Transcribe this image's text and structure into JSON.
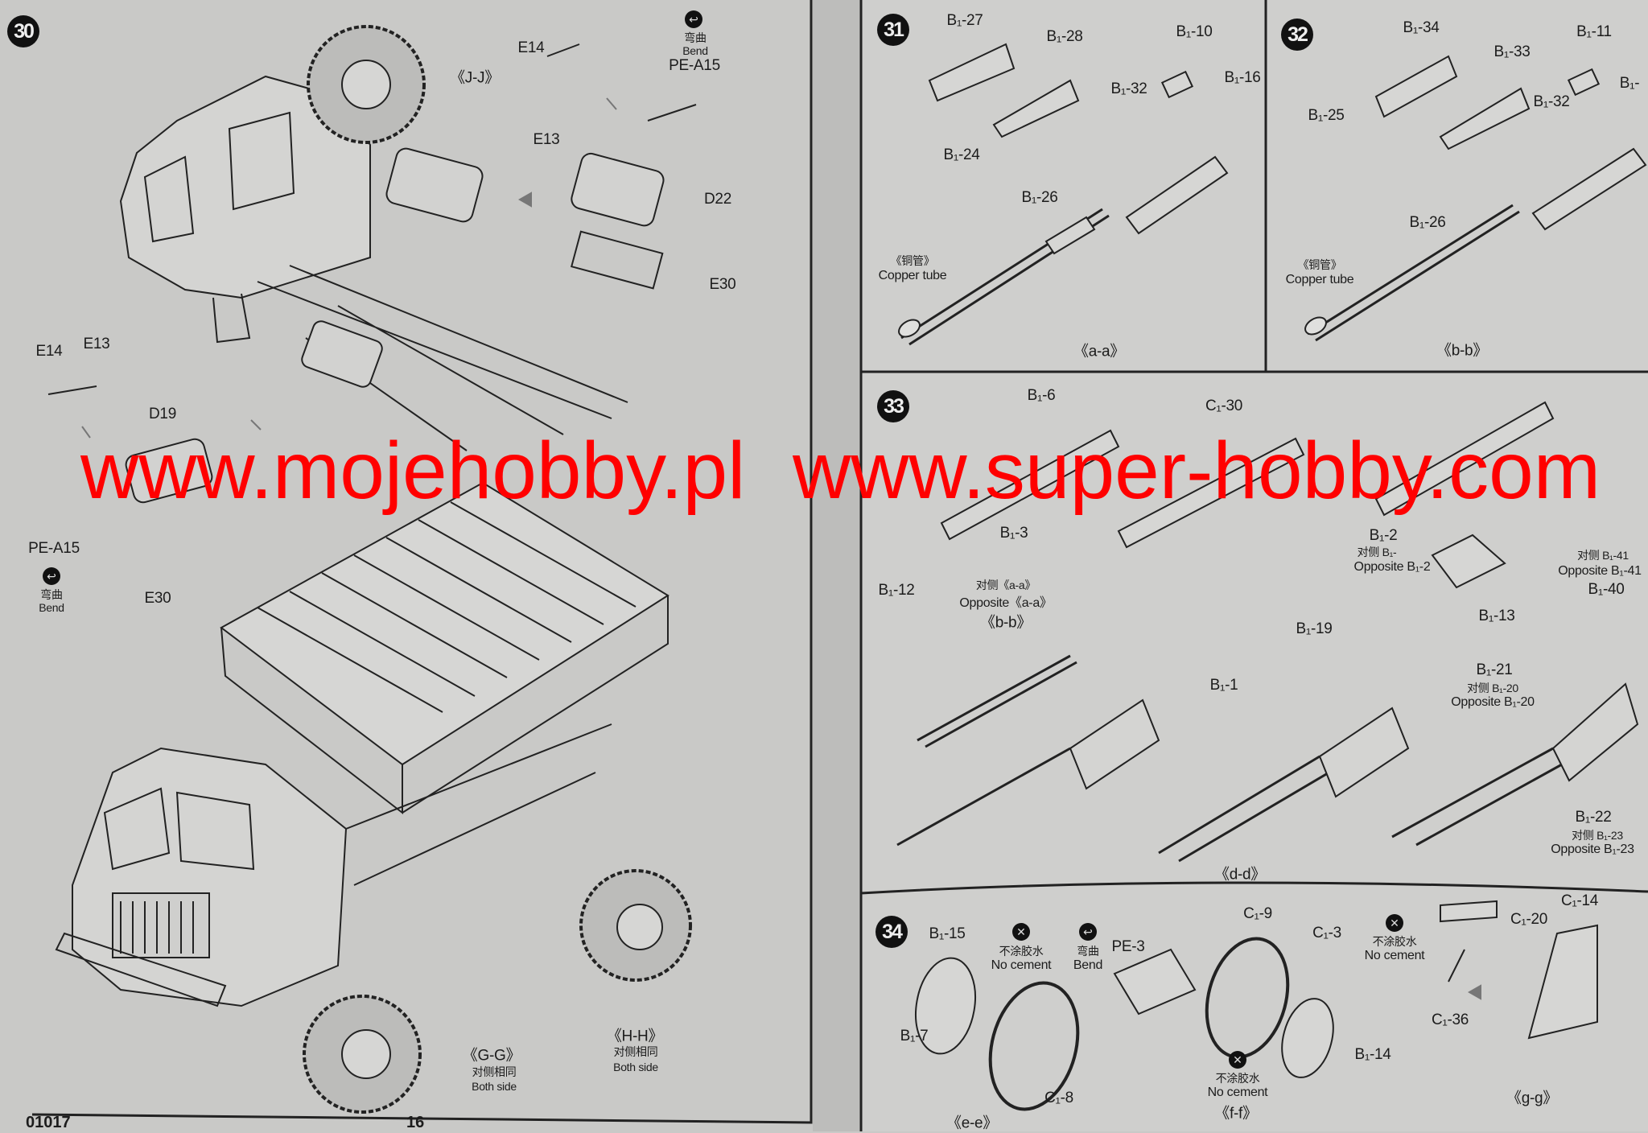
{
  "page": {
    "code": "01017",
    "number": "16"
  },
  "watermarks": [
    "www.mojehobby.pl",
    "www.super-hobby.com"
  ],
  "icons": {
    "bend": "bend-icon",
    "no_cement": "no-cement-icon",
    "step": "step-number-badge"
  },
  "s30": {
    "number": "30",
    "labels": [
      "《J-J》",
      "E14",
      "弯曲",
      "Bend",
      "PE-A15",
      "E13",
      "D22",
      "E30",
      "E14",
      "E13",
      "D19",
      "PE-A15",
      "弯曲",
      "Bend",
      "E30",
      "《G-G》",
      "对侧相同",
      "Both side",
      "《H-H》",
      "对侧相同",
      "Both side"
    ]
  },
  "s31": {
    "number": "31",
    "labels": [
      "B₁-27",
      "B₁-28",
      "B₁-10",
      "B₁-32",
      "B₁-16",
      "B₁-24",
      "B₁-26",
      "《铜管》",
      "Copper tube",
      "《a-a》"
    ]
  },
  "s32": {
    "number": "32",
    "labels": [
      "B₁-34",
      "B₁-11",
      "B₁-33",
      "B₁-",
      "B₁-25",
      "B₁-32",
      "B₁-26",
      "《铜管》",
      "Copper tube",
      "《b-b》"
    ]
  },
  "s33": {
    "number": "33",
    "labels": [
      "B₁-6",
      "C₁-30",
      "B₁-3",
      "B₁-12",
      "对侧《a-a》",
      "Opposite《a-a》",
      "《b-b》",
      "B₁-2",
      "对侧 B₁-",
      "Opposite B₁-2",
      "B₁-13",
      "对侧 B₁-41",
      "Opposite B₁-41",
      "B₁-40",
      "B₁-19",
      "B₁-1",
      "B₁-21",
      "对侧 B₁-20",
      "Opposite B₁-20",
      "B₁-22",
      "对侧 B₁-23",
      "Opposite B₁-23",
      "《d-d》"
    ]
  },
  "s34": {
    "number": "34",
    "labels": [
      "B₁-15",
      "不涂胶水",
      "No cement",
      "弯曲",
      "Bend",
      "PE-3",
      "C₁-9",
      "C₁-3",
      "B₁-7",
      "C₁-8",
      "不涂胶水",
      "No cement",
      "《f-f》",
      "B₁-14",
      "《e-e》",
      "不涂胶水",
      "No cement",
      "C₁-20",
      "C₁-14",
      "C₁-36",
      "《g-g》"
    ]
  }
}
